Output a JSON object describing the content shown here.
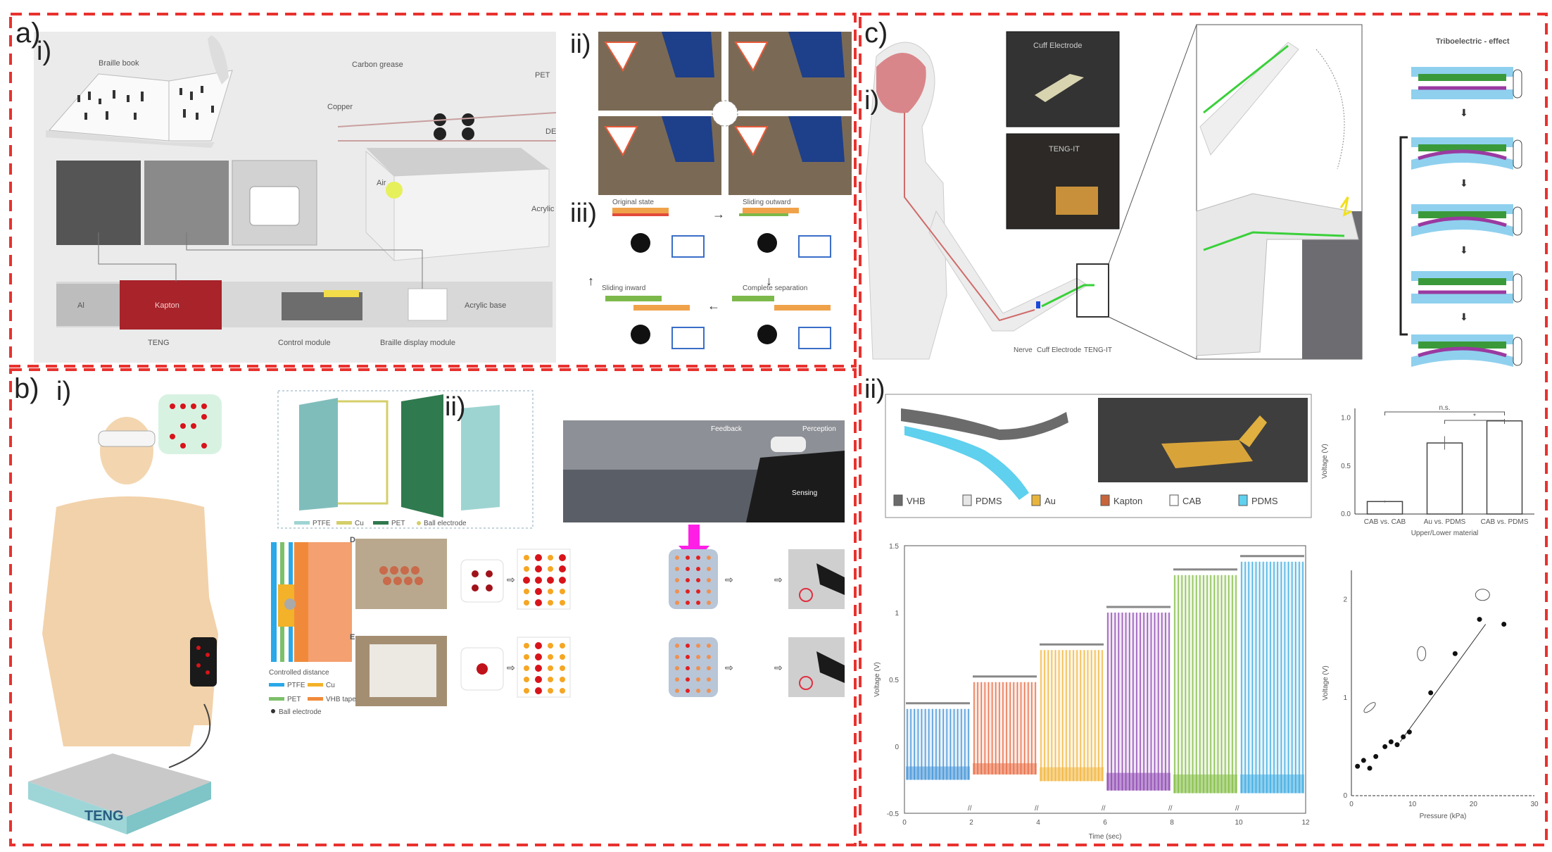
{
  "panels": {
    "a": {
      "label": "a)",
      "sub_i": "i)",
      "sub_ii": "ii)",
      "sub_iii": "iii)",
      "labels": {
        "braille_book": "Braille book",
        "carbon_grease": "Carbon grease",
        "pet": "PET",
        "copper": "Copper",
        "de": "DE",
        "air": "Air",
        "acrylic": "Acrylic",
        "al": "Al",
        "kapton": "Kapton",
        "acrylic_base": "Acrylic base",
        "teng": "TENG",
        "control_module": "Control module",
        "braille_display_module": "Braille display module"
      },
      "states": {
        "original": "Original state",
        "sliding_outward": "Sliding outward",
        "complete_separation": "Complete separation",
        "sliding_inward": "Sliding inward"
      }
    },
    "b": {
      "label": "b)",
      "sub_i": "i)",
      "sub_ii": "ii)",
      "teng_label": "TENG",
      "exploded_legend": [
        "PTFE",
        "Cu",
        "PET",
        "Ball electrode"
      ],
      "cross_section_caption": "Controlled distance",
      "cross_legend": [
        "PTFE",
        "Cu",
        "PET",
        "VHB tape",
        "Ball electrode"
      ],
      "photo_d": "D",
      "photo_e": "E",
      "photo_tags": [
        "Feedback",
        "Perception",
        "Sensing"
      ],
      "colors": {
        "arrow": "#ff1ee6",
        "dot_red": "#d8141a",
        "dot_orange": "#f5a623"
      }
    },
    "c": {
      "label": "c)",
      "sub_i": "i)",
      "sub_ii": "ii)",
      "photo_cuff": "Cuff Electrode",
      "photo_teng": "TENG-IT",
      "body_labels": [
        "Nerve",
        "Cuff Electrode",
        "TENG-IT"
      ],
      "tribo_title": "Triboelectric - effect",
      "material_legend": [
        "VHB",
        "PDMS",
        "Au",
        "Kapton",
        "CAB",
        "PDMS"
      ],
      "material_colors": [
        "#6b6b6b",
        "#e6e6e6",
        "#e8b53c",
        "#c8643a",
        "#ffffff",
        "#5fd0ee"
      ]
    }
  },
  "chart_data": [
    {
      "type": "bar",
      "title": "",
      "categories": [
        "CAB vs. CAB",
        "Au vs. PDMS",
        "CAB vs. PDMS"
      ],
      "values": [
        0.13,
        0.74,
        0.97
      ],
      "errors": [
        0.01,
        0.07,
        0.02
      ],
      "xlabel": "Upper/Lower material",
      "ylabel": "Voltage (V)",
      "ylim": [
        0,
        1.1
      ],
      "yticks": [
        "0.0",
        "0.5",
        "1.0"
      ],
      "significance": [
        "n.s.",
        "*"
      ]
    },
    {
      "type": "line",
      "title": "",
      "xlabel": "Time (sec)",
      "ylabel": "Voltage (V)",
      "xlim": [
        0,
        12
      ],
      "ylim": [
        -0.5,
        1.5
      ],
      "xticks": [
        "0",
        "2",
        "4",
        "6",
        "8",
        "10",
        "12"
      ],
      "yticks": [
        "-0.5",
        "0",
        "0.5",
        "1",
        "1.5"
      ],
      "series": [
        {
          "t": [
            0,
            2
          ],
          "max": 0.28,
          "min": -0.25,
          "color": "#3a8fd6"
        },
        {
          "t": [
            2,
            4
          ],
          "max": 0.48,
          "min": -0.21,
          "color": "#e8643a"
        },
        {
          "t": [
            4,
            6
          ],
          "max": 0.72,
          "min": -0.26,
          "color": "#f2b134"
        },
        {
          "t": [
            6,
            8
          ],
          "max": 1.0,
          "min": -0.33,
          "color": "#8a3fb0"
        },
        {
          "t": [
            8,
            10
          ],
          "max": 1.28,
          "min": -0.35,
          "color": "#7cb93a"
        },
        {
          "t": [
            10,
            12
          ],
          "max": 1.38,
          "min": -0.35,
          "color": "#34a8e0"
        }
      ]
    },
    {
      "type": "scatter",
      "title": "",
      "xlabel": "Pressure (kPa)",
      "ylabel": "Voltage (V)",
      "xlim": [
        0,
        30
      ],
      "ylim": [
        0,
        2.3
      ],
      "xticks": [
        "0",
        "10",
        "20",
        "30"
      ],
      "yticks": [
        "0",
        "1",
        "2"
      ],
      "x": [
        1,
        2,
        3,
        4,
        5.5,
        6.5,
        7.5,
        8.5,
        9.5,
        13,
        17,
        21,
        25
      ],
      "y": [
        0.3,
        0.36,
        0.28,
        0.4,
        0.5,
        0.55,
        0.52,
        0.6,
        0.65,
        1.05,
        1.45,
        1.8,
        1.75
      ],
      "fit": {
        "x": [
          8,
          22
        ],
        "y": [
          0.55,
          1.75
        ]
      }
    }
  ]
}
